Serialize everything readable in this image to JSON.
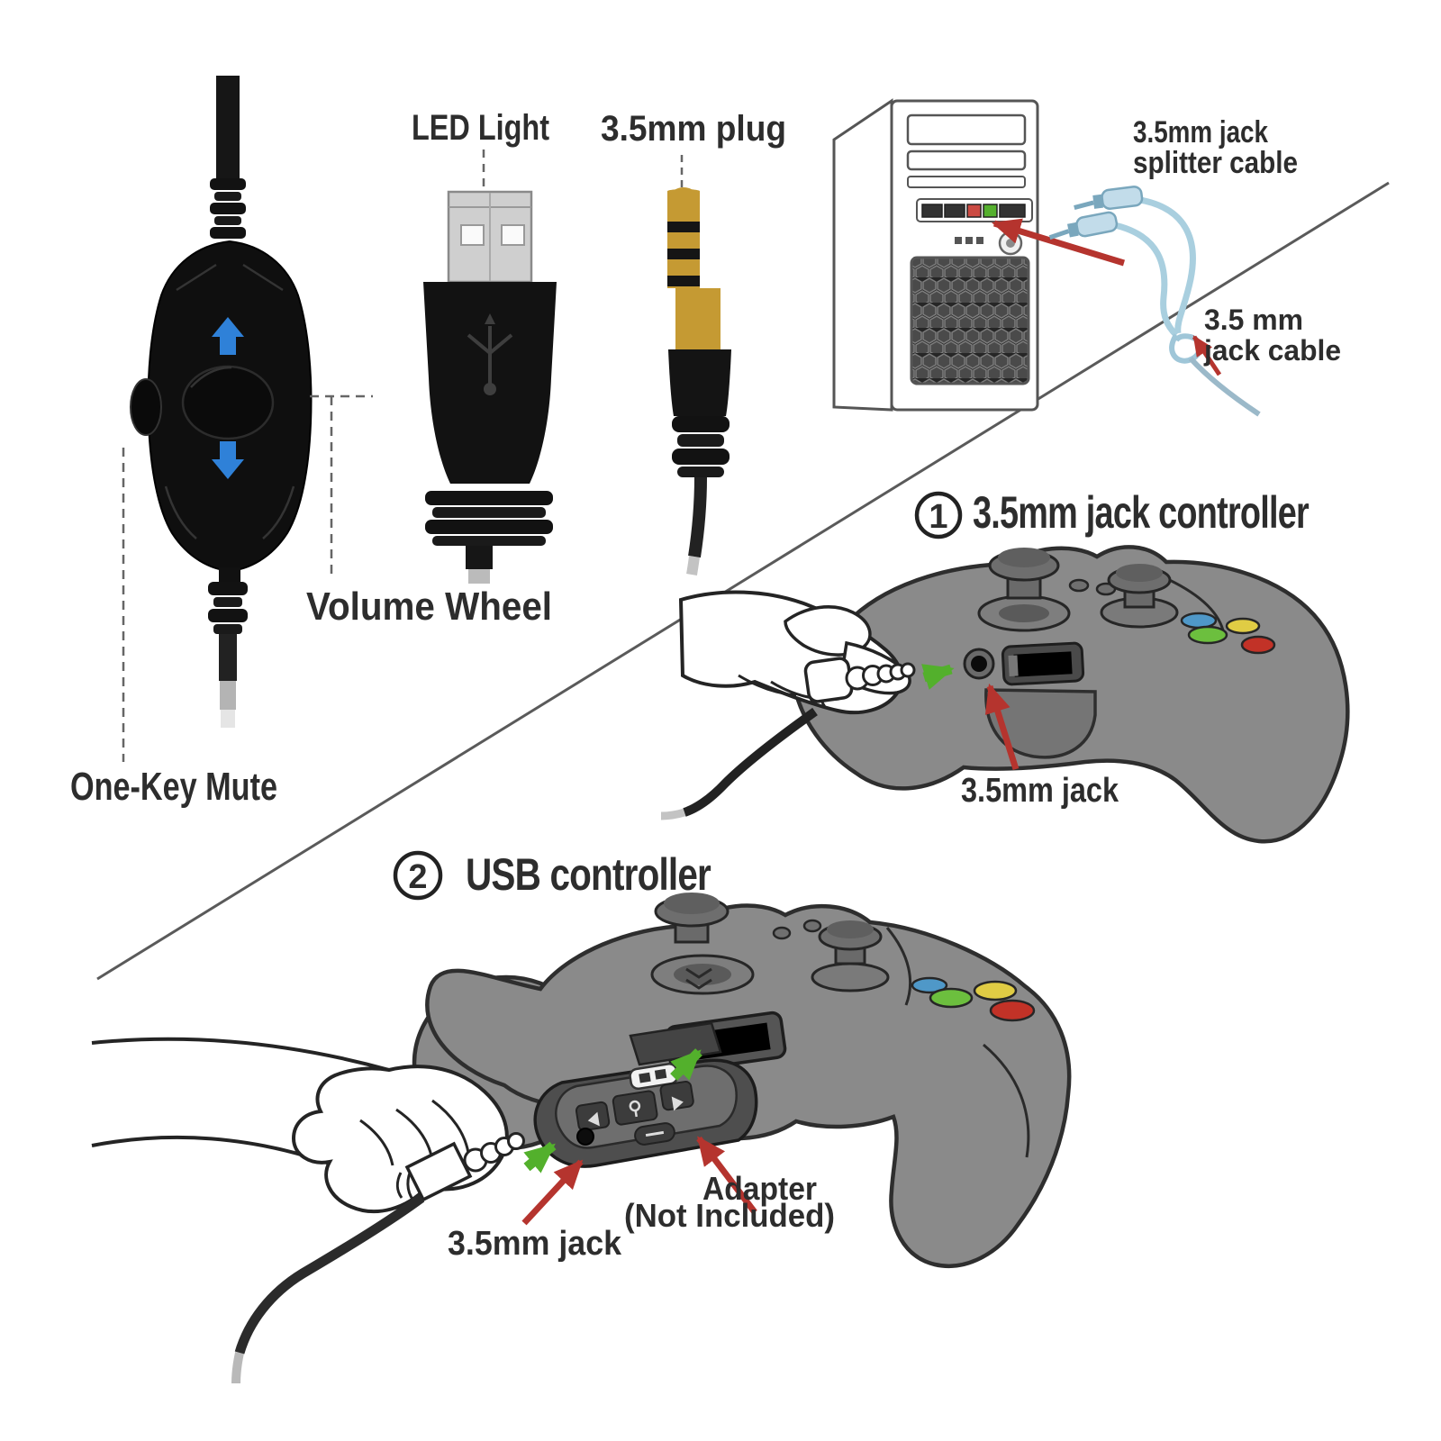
{
  "page": {
    "background": "#ffffff",
    "type": "product-instruction-diagram"
  },
  "headset_controls": {
    "volume_wheel_label": "Volume Wheel",
    "one_key_mute_label": "One-Key Mute"
  },
  "connectors": {
    "led_light_label": "LED Light",
    "plug_label": "3.5mm plug"
  },
  "pc_connection": {
    "splitter_label_line1": "3.5mm jack",
    "splitter_label_line2": "splitter cable",
    "jack_cable_label_line1": "3.5 mm",
    "jack_cable_label_line2": "jack cable"
  },
  "section_jack_controller": {
    "number": "1",
    "title": "3.5mm jack controller",
    "jack_label": "3.5mm jack"
  },
  "section_usb_controller": {
    "number": "2",
    "title": "USB controller",
    "jack_label": "3.5mm jack",
    "adapter_label_line1": "Adapter",
    "adapter_label_line2": "(Not Included)"
  },
  "icons": {
    "volume_up_arrow": "▲",
    "volume_down_arrow": "▼",
    "insert_arrow_green": "➜",
    "callout_arrow_red": "↗",
    "mute_sound_waves": ")))"
  },
  "colors": {
    "arrow_green": "#53b02c",
    "arrow_red": "#b5342e",
    "cable_blue": "#a9cfdf",
    "cable_blue_tail": "#9bb9c9",
    "led_blue": "#2f81d8",
    "controller_gray": "#8a8a8a",
    "controller_outline": "#2e2e2e",
    "btn_blue": "#4f98c8",
    "btn_green": "#6cbf3e",
    "btn_yellow": "#e0cc44",
    "btn_red": "#c23227",
    "port_pink": "#cb4a42",
    "port_green": "#55b02e",
    "gold": "#c59a33",
    "text": "#2d2d2d"
  }
}
